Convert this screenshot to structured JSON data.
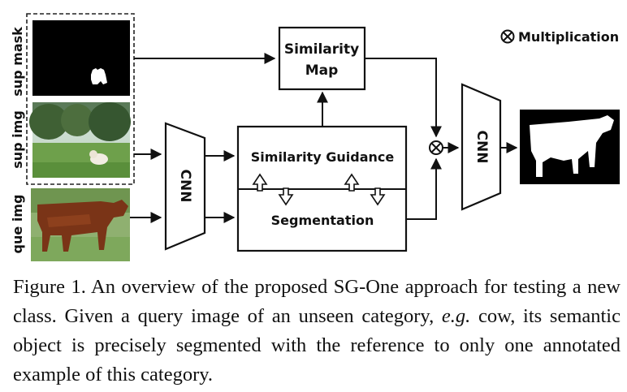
{
  "figure": {
    "row_labels": {
      "sup_mask": "sup mask",
      "sup_img": "sup img",
      "que_img": "que img"
    },
    "similarity_map": {
      "line1": "Similarity",
      "line2": "Map"
    },
    "similarity_guidance": "Similarity Guidance",
    "segmentation": "Segmentation",
    "cnn_left": "CNN",
    "cnn_right": "CNN",
    "legend": {
      "symbol": "⊗",
      "text": "Multiplication"
    }
  },
  "caption": {
    "part1": "Figure 1. An overview of the proposed SG-One approach for testing a new class. Given a query image of an unseen category, ",
    "eg": "e.g.",
    "part2": " cow, its semantic object is precisely segmented with the reference to only one annotated example of this category."
  }
}
